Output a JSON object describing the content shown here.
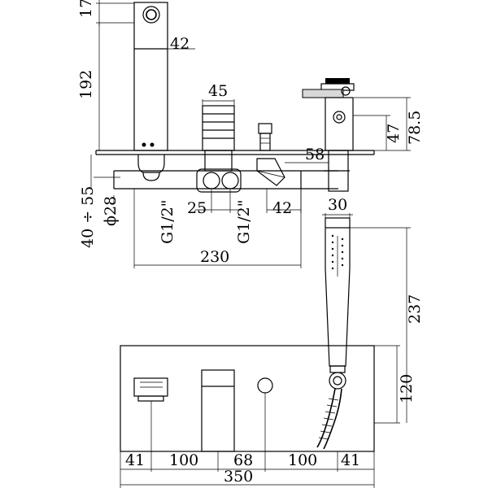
{
  "dimensions": {
    "spout_height": "192",
    "spout_top_thickness": "17",
    "spout_depth": "42",
    "knob_width": "45",
    "cartridge_top_height": "47",
    "cartridge_total_height": "78.5",
    "pipe_offset": "58",
    "connection_left": "G1/2\"",
    "connection_right": "G1/2\"",
    "connection_spacing": "25",
    "valve_offset": "42",
    "hand_shower_width": "30",
    "install_depth": "40 ÷ 55",
    "pipe_diameter": "ϕ28",
    "body_length": "230",
    "hand_shower_length": "237",
    "plate_height": "120",
    "bottom_dims": [
      "41",
      "100",
      "68",
      "100",
      "41"
    ],
    "plate_width": "350"
  }
}
